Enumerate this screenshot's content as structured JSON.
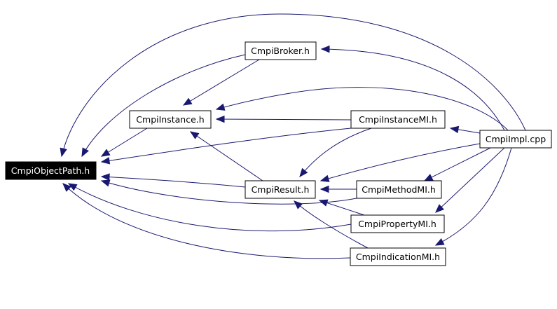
{
  "colors": {
    "edge": "#191970",
    "node_border": "#000000",
    "focus_fill": "#000000",
    "focus_text": "#ffffff"
  },
  "nodes": {
    "objpath": {
      "label": "CmpiObjectPath.h"
    },
    "broker": {
      "label": "CmpiBroker.h"
    },
    "instance": {
      "label": "CmpiInstance.h"
    },
    "instmi": {
      "label": "CmpiInstanceMI.h"
    },
    "impl": {
      "label": "CmpiImpl.cpp"
    },
    "result": {
      "label": "CmpiResult.h"
    },
    "methodmi": {
      "label": "CmpiMethodMI.h"
    },
    "propmi": {
      "label": "CmpiPropertyMI.h"
    },
    "indicmi": {
      "label": "CmpiIndicationMI.h"
    }
  },
  "edges": [
    {
      "from": "broker",
      "to": "instance"
    },
    {
      "from": "broker",
      "to": "objpath"
    },
    {
      "from": "impl",
      "to": "broker"
    },
    {
      "from": "impl",
      "to": "objpath"
    },
    {
      "from": "impl",
      "to": "instance"
    },
    {
      "from": "impl",
      "to": "instmi"
    },
    {
      "from": "impl",
      "to": "result"
    },
    {
      "from": "impl",
      "to": "methodmi"
    },
    {
      "from": "impl",
      "to": "propmi"
    },
    {
      "from": "impl",
      "to": "indicmi"
    },
    {
      "from": "instance",
      "to": "objpath"
    },
    {
      "from": "instmi",
      "to": "instance"
    },
    {
      "from": "instmi",
      "to": "objpath"
    },
    {
      "from": "instmi",
      "to": "result"
    },
    {
      "from": "result",
      "to": "instance"
    },
    {
      "from": "result",
      "to": "objpath"
    },
    {
      "from": "methodmi",
      "to": "result"
    },
    {
      "from": "propmi",
      "to": "result"
    },
    {
      "from": "propmi",
      "to": "objpath"
    },
    {
      "from": "indicmi",
      "to": "result"
    },
    {
      "from": "indicmi",
      "to": "objpath"
    },
    {
      "from": "methodmi",
      "to": "objpath"
    }
  ]
}
